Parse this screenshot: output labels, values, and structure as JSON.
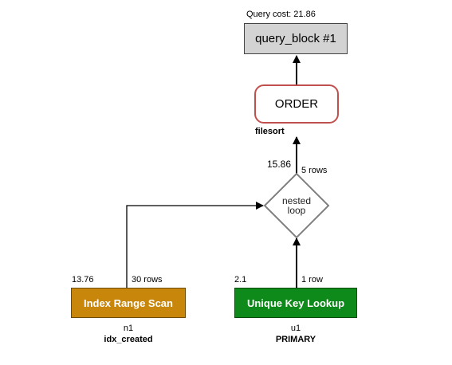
{
  "query_cost": "Query cost: 21.86",
  "query_block": "query_block #1",
  "order": {
    "label": "ORDER",
    "sub": "filesort"
  },
  "nested_loop": {
    "line1": "nested",
    "line2": "loop",
    "cost": "15.86",
    "rows": "5 rows"
  },
  "index_range_scan": {
    "label": "Index Range Scan",
    "cost": "13.76",
    "rows": "30 rows",
    "table": "n1",
    "key": "idx_created",
    "color": "#c8860a"
  },
  "unique_key_lookup": {
    "label": "Unique Key Lookup",
    "cost": "2.1",
    "rows": "1 row",
    "table": "u1",
    "key": "PRIMARY",
    "color": "#0e8a1a"
  }
}
